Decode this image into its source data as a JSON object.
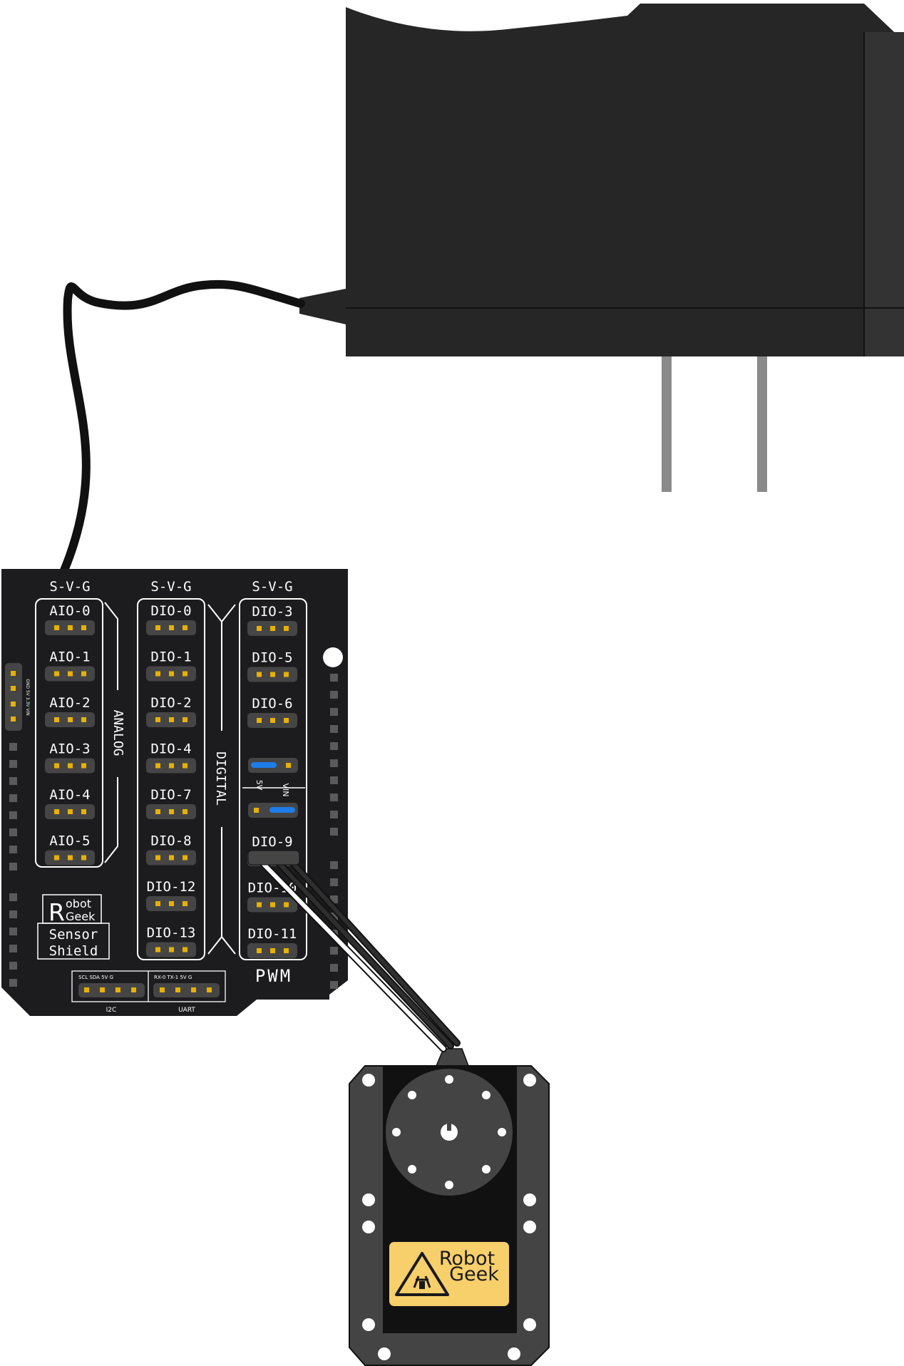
{
  "board": {
    "column_header": "S-V-G",
    "analog_pins": [
      "AIO-0",
      "AIO-1",
      "AIO-2",
      "AIO-3",
      "AIO-4",
      "AIO-5"
    ],
    "analog_label": "ANALOG",
    "digital_pins": [
      "DIO-0",
      "DIO-1",
      "DIO-2",
      "DIO-4",
      "DIO-7",
      "DIO-8",
      "DIO-12",
      "DIO-13"
    ],
    "digital_label": "DIGITAL",
    "pwm_pins_top": [
      "DIO-3",
      "DIO-5",
      "DIO-6"
    ],
    "jumper_5v": "5V",
    "jumper_vin": "VIN",
    "pwm_pins_bottom": [
      "DIO-9",
      "DIO-10",
      "DIO-11"
    ],
    "pwm_label": "PWM",
    "power_header_label": "GND 5V 3.3V VIN",
    "logo_robot": "obot",
    "logo_r": "R",
    "logo_geek": "Geek",
    "logo_sensor": "Sensor",
    "logo_shield": "Shield",
    "i2c_pins": "SCL SDA 5V G",
    "i2c_label": "I2C",
    "uart_pins": "RX-0 TX-1 5V G",
    "uart_label": "UART"
  },
  "servo": {
    "sticker_line1": "Robot",
    "sticker_line2": "Geek"
  },
  "colors": {
    "board": "#1c1c1e",
    "adapter": "#262626",
    "adapter_side": "#333333",
    "pin_gold": "#e7b100",
    "jumper_blue": "#1e7ce8",
    "servo_body": "#444444",
    "sticker": "#f7cf6b",
    "prong": "#8a8a8a"
  }
}
